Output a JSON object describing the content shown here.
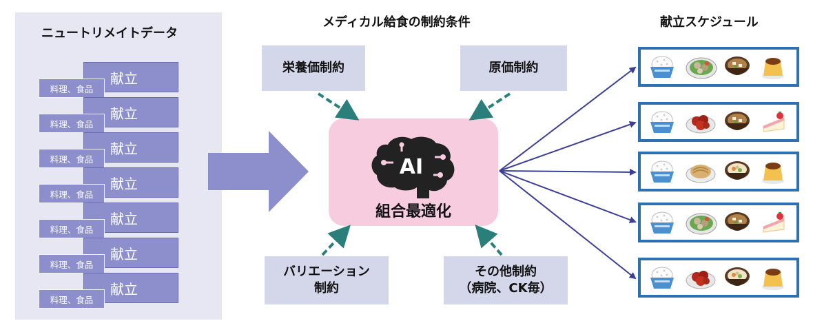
{
  "left_panel": {
    "title": "ニュートリメイトデータ",
    "menus": [
      {
        "menu": "献立",
        "food": "料理、食品"
      },
      {
        "menu": "献立",
        "food": "料理、食品"
      },
      {
        "menu": "献立",
        "food": "料理、食品"
      },
      {
        "menu": "献立",
        "food": "料理、食品"
      },
      {
        "menu": "献立",
        "food": "料理、食品"
      },
      {
        "menu": "献立",
        "food": "料理、食品"
      },
      {
        "menu": "献立",
        "food": "料理、食品"
      }
    ]
  },
  "center": {
    "title": "メディカル給食の制約条件",
    "constraints": {
      "nutrition": [
        "栄養価制約"
      ],
      "cost": [
        "原価制約"
      ],
      "variation": [
        "バリエーション",
        "制約"
      ],
      "other": [
        "その他制約",
        "（病院、CK毎）"
      ]
    },
    "ai_badge": "AI",
    "ai_label": "組合最適化"
  },
  "right_panel": {
    "title": "献立スケジュール",
    "schedules": [
      [
        "rice",
        "salad",
        "miso-soup",
        "pudding"
      ],
      [
        "rice",
        "chicken",
        "miso-soup",
        "cake"
      ],
      [
        "rice",
        "noodles",
        "stew",
        "pudding"
      ],
      [
        "rice",
        "salad",
        "miso-soup",
        "cake"
      ],
      [
        "rice",
        "chicken",
        "stew",
        "pudding"
      ]
    ]
  },
  "colors": {
    "box_purple": "#8c8fcb",
    "panel_bg": "#e6e7f2",
    "constraint_bg": "#d4d6ea",
    "ai_bg": "#f8ccdf",
    "arrow_teal": "#2a7f7a",
    "arrow_navy": "#3b3f96",
    "schedule_border": "#2f6fb3"
  }
}
